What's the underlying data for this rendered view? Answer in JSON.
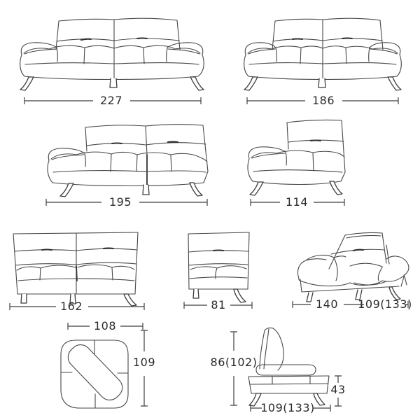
{
  "colors": {
    "background": "#ffffff",
    "line": "#474747",
    "label_text": "#2b2b2b"
  },
  "figures": {
    "three_seat_sofa": {
      "width_label": "227"
    },
    "two_seat_sofa": {
      "width_label": "186"
    },
    "left_arm_two_seat_sofa": {
      "width_label": "195"
    },
    "left_arm_chair": {
      "width_label": "114"
    },
    "armless_loveseat": {
      "width_label": "162"
    },
    "armless_chair": {
      "width_label": "81"
    },
    "chaise_module": {
      "length_label": "140",
      "depth_label": "109(133)"
    },
    "corner_ottoman_top_view": {
      "width_label": "108",
      "depth_label": "109"
    },
    "sofa_side_view": {
      "back_height_label": "86(102)",
      "base_height_label": "43",
      "depth_label": "109(133)"
    }
  }
}
